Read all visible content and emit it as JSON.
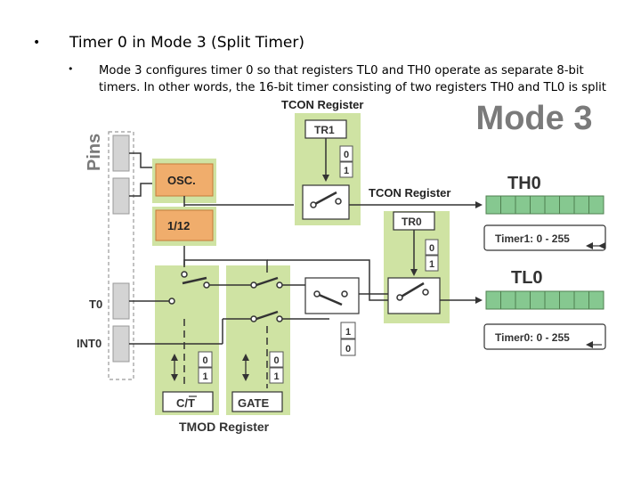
{
  "slide": {
    "bullet1": "•",
    "title": "Timer 0 in Mode 3 (Split Timer)",
    "bullet2": "•",
    "body": "Mode 3 configures timer 0 so that registers TL0 and TH0 operate as separate 8-bit timers. In other words, the 16-bit timer consisting of two registers TH0 and TL0 is split"
  },
  "diagram": {
    "mode_title": "Mode 3",
    "pins_label": "Pins",
    "tcon_register_top": "TCON Register",
    "tcon_register_mid": "TCON Register",
    "tr1_label": "TR1",
    "tr0_label": "TR0",
    "osc_label": "OSC.",
    "div_label": "1/12",
    "th0_label": "TH0",
    "tl0_label": "TL0",
    "timer1_text": "Timer1: 0 - 255",
    "timer0_text": "Timer0: 0 - 255",
    "t0_label": "T0",
    "int0_label": "INT0",
    "ct_label": "C/T",
    "gate_label": "GATE",
    "tmod_label": "TMOD Register",
    "bit0": "0",
    "bit1": "1",
    "colors": {
      "green_panel": "#cfe3a3",
      "orange_block": "#f0ad6c",
      "register_cell": "#86c890",
      "gray_text": "#7a7a7a",
      "line": "#333333"
    }
  }
}
